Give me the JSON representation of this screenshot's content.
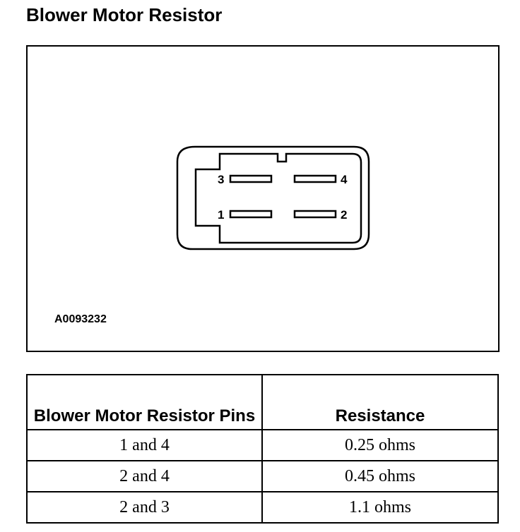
{
  "title": "Blower Motor Resistor",
  "figure": {
    "id": "A0093232",
    "pins": [
      {
        "number": "3"
      },
      {
        "number": "4"
      },
      {
        "number": "1"
      },
      {
        "number": "2"
      }
    ]
  },
  "table": {
    "headers": [
      "Blower Motor Resistor Pins",
      "Resistance"
    ],
    "rows": [
      {
        "pins": "1 and 4",
        "resistance": "0.25 ohms"
      },
      {
        "pins": "2 and 4",
        "resistance": "0.45 ohms"
      },
      {
        "pins": "2 and 3",
        "resistance": "1.1 ohms"
      }
    ]
  }
}
